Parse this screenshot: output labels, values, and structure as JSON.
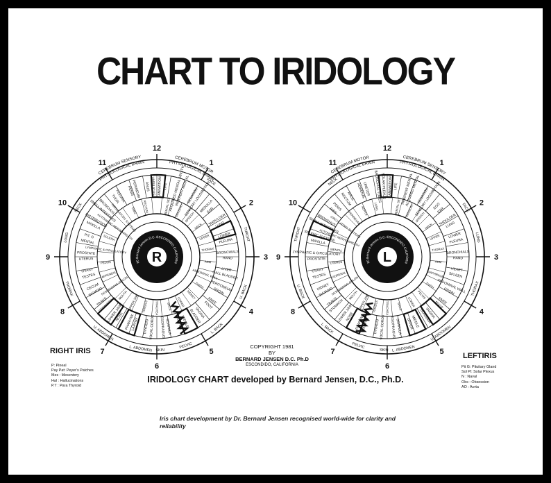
{
  "title": "CHART TO IRIDOLOGY",
  "subtitle": "IRIDOLOGY CHART developed by Bernard Jensen, D.C., Ph.D.",
  "caption": "Iris chart development by Dr. Bernard Jensen recognised world-wide for clarity and reliability",
  "copyright": {
    "line1": "COPYRIGHT 1981",
    "line2": "BY",
    "line3": "BERNARD JENSEN D.C. Ph.D",
    "line4": "ESCONDIDO, CALIFORNIA"
  },
  "right_iris": {
    "name": "RIGHT IRIS",
    "center_letter": "R",
    "center_ring_text": "1980 Bernard Jensen D.C.  ESCONDIDO CALIFORNIA",
    "legend": [
      "P: Pineal",
      "Pay Pat: Peyer's Patches",
      "Mes : Mesentery",
      "Hal : Hallucinations",
      "P.T : Para Thyroid"
    ],
    "outer_top_labels": [
      "CEREBRUM SENSORY",
      "PHYSIOLOGICAL BRAIN",
      "CEREBRUM MOTOR",
      "PHYSIOLOGICAL BRAIN"
    ],
    "outer_labels": [
      "NECK",
      "FACE",
      "THROAT",
      "LUNG",
      "THORAX",
      "U. BACK",
      "L. BACK",
      "U. ABDOMEN",
      "L. ABDOMEN",
      "PELVIC",
      "SKIN"
    ],
    "zone_labels": [
      "ANIMATION",
      "LIFE",
      "MENTAL SEX",
      "ACQUIRED MENTAL ABILITY",
      "INHERENT MENTAL",
      "SENSORY",
      "SEDATION",
      "SENSORY LOCOMOTION",
      "SPEECH",
      "MEDULLA",
      "EAR",
      "NECK",
      "SHOULDER",
      "LUNG",
      "UPPER",
      "LOWER",
      "PLEURA",
      "THORAX",
      "BRONCHIALS",
      "HAND",
      "ARM",
      "LIVER",
      "GALL BLADDER",
      "ABDOMINAL WALL",
      "PERITONEUM",
      "GROIN",
      "THIGH",
      "KNEE",
      "FOOT",
      "KIDNEY",
      "VAGINA",
      "BLADDER",
      "LOWER",
      "MIDDLE",
      "UPPER",
      "BACK",
      "SCAPULA",
      "ESOPHAGUS",
      "TRACHEA",
      "VOCAL CORDS",
      "THYROID",
      "TONSILS",
      "LARYNX",
      "PHARYNX",
      "UPPER JAW",
      "NOSE",
      "LOWER JAW",
      "MOUTH",
      "STOMACH",
      "TRANS.",
      "DESCENDING COLON",
      "SIGMOID",
      "CECUM",
      "APPENDIX",
      "TESTES",
      "OVARY",
      "PELVIS",
      "UTERUS",
      "PROSTATE",
      "LYMPHATIC & CIRCULATORY",
      "MENTAL",
      "PIT. G",
      "SCLERA",
      "MAXILLA",
      "DISTRIBUTION",
      "AUTONOMIC NERVE WREATH",
      "SMALL INTESTINES",
      "BRONCHUS",
      "CIRCULATORY SYSTEMS",
      "THOR.",
      "PLEURA",
      "RIBS",
      "PENIS",
      "PERINEUM",
      "RECTUM",
      "ANUS",
      "UMBILICUS"
    ],
    "clock_numbers": [
      "12",
      "1",
      "2",
      "3",
      "4",
      "5",
      "6",
      "7",
      "8",
      "9",
      "10",
      "11"
    ]
  },
  "left_iris": {
    "name": "LEFTIRIS",
    "center_letter": "L",
    "center_ring_text": "1980 Bernard Jensen D.C.  ESCONDIDO CALIFORNIA",
    "legend": [
      "Pit G: Pituitary Gland",
      "Sol Pl: Solar Plexus",
      "N : Naval",
      "Obs : Obsession",
      "AO : Aorta"
    ],
    "outer_top_labels": [
      "CEREBRUM MOTOR",
      "PHYSIOLOGICAL BRAIN",
      "CEREBRUM SENSORY",
      "PHYSIOLOGICAL BRAIN"
    ],
    "outer_labels": [
      "FACE",
      "NECK",
      "THROAT",
      "LUNG",
      "THORAX",
      "U. BACK",
      "L. BACK",
      "U. ABDOMEN",
      "L. ABDOMEN",
      "PELVIC",
      "SKIN"
    ],
    "zone_labels": [
      "ANIMATION",
      "LIFE",
      "MENTAL SEX",
      "INHERENT MENTAL",
      "ACQUIRED MENTAL",
      "SENSORY",
      "SEDATION",
      "SENSORY LOCOMOTION",
      "SPEECH",
      "EGO",
      "EAR",
      "NECK",
      "SHOULDER",
      "LUNG",
      "UPPER",
      "LOWER",
      "PLEURA",
      "THORAX",
      "BRONCHIALS",
      "HAND",
      "ARM",
      "HEART",
      "SPLEEN",
      "DIAPHRAGM",
      "ABDOMINAL WALL",
      "GROIN",
      "THIGH",
      "KNEE",
      "FOOT",
      "PELVIS",
      "VAGINA",
      "BLADDER",
      "LOWER",
      "MIDDLE",
      "UPPER",
      "BACK",
      "SCAPULA",
      "ESOPHAGUS",
      "TRACHEA",
      "VOCAL CORDS",
      "THYROID",
      "TONSILS",
      "LARYNX",
      "PHARYNX",
      "UPPER JAW",
      "NOSE",
      "LOWER JAW",
      "MOUTH",
      "STOMACH",
      "TRANS.",
      "DESCENDING COLON",
      "SIGMOID",
      "KIDNEY",
      "ADRENAL",
      "TESTES",
      "OVARY",
      "UTERUS",
      "PROSTATE",
      "LYMPHATIC & CIRCULATORY",
      "MENTAL",
      "MAXILLA",
      "SPLENIC FLEXURE",
      "AUTONOMIC NERVE WREATH",
      "SMALL INTESTINES",
      "BRONCHUS",
      "CIRCULATORY SYSTEMS",
      "RIBS",
      "PENIS",
      "PERINEUM",
      "RECTUM",
      "ANUS",
      "AORTA",
      "ADRENAL",
      "URETER",
      "LUNG",
      "BRONCHIAL TUBES",
      "SOLAR PLEXUS"
    ],
    "clock_numbers": [
      "12",
      "1",
      "2",
      "3",
      "4",
      "5",
      "6",
      "7",
      "8",
      "9",
      "10",
      "11"
    ]
  }
}
